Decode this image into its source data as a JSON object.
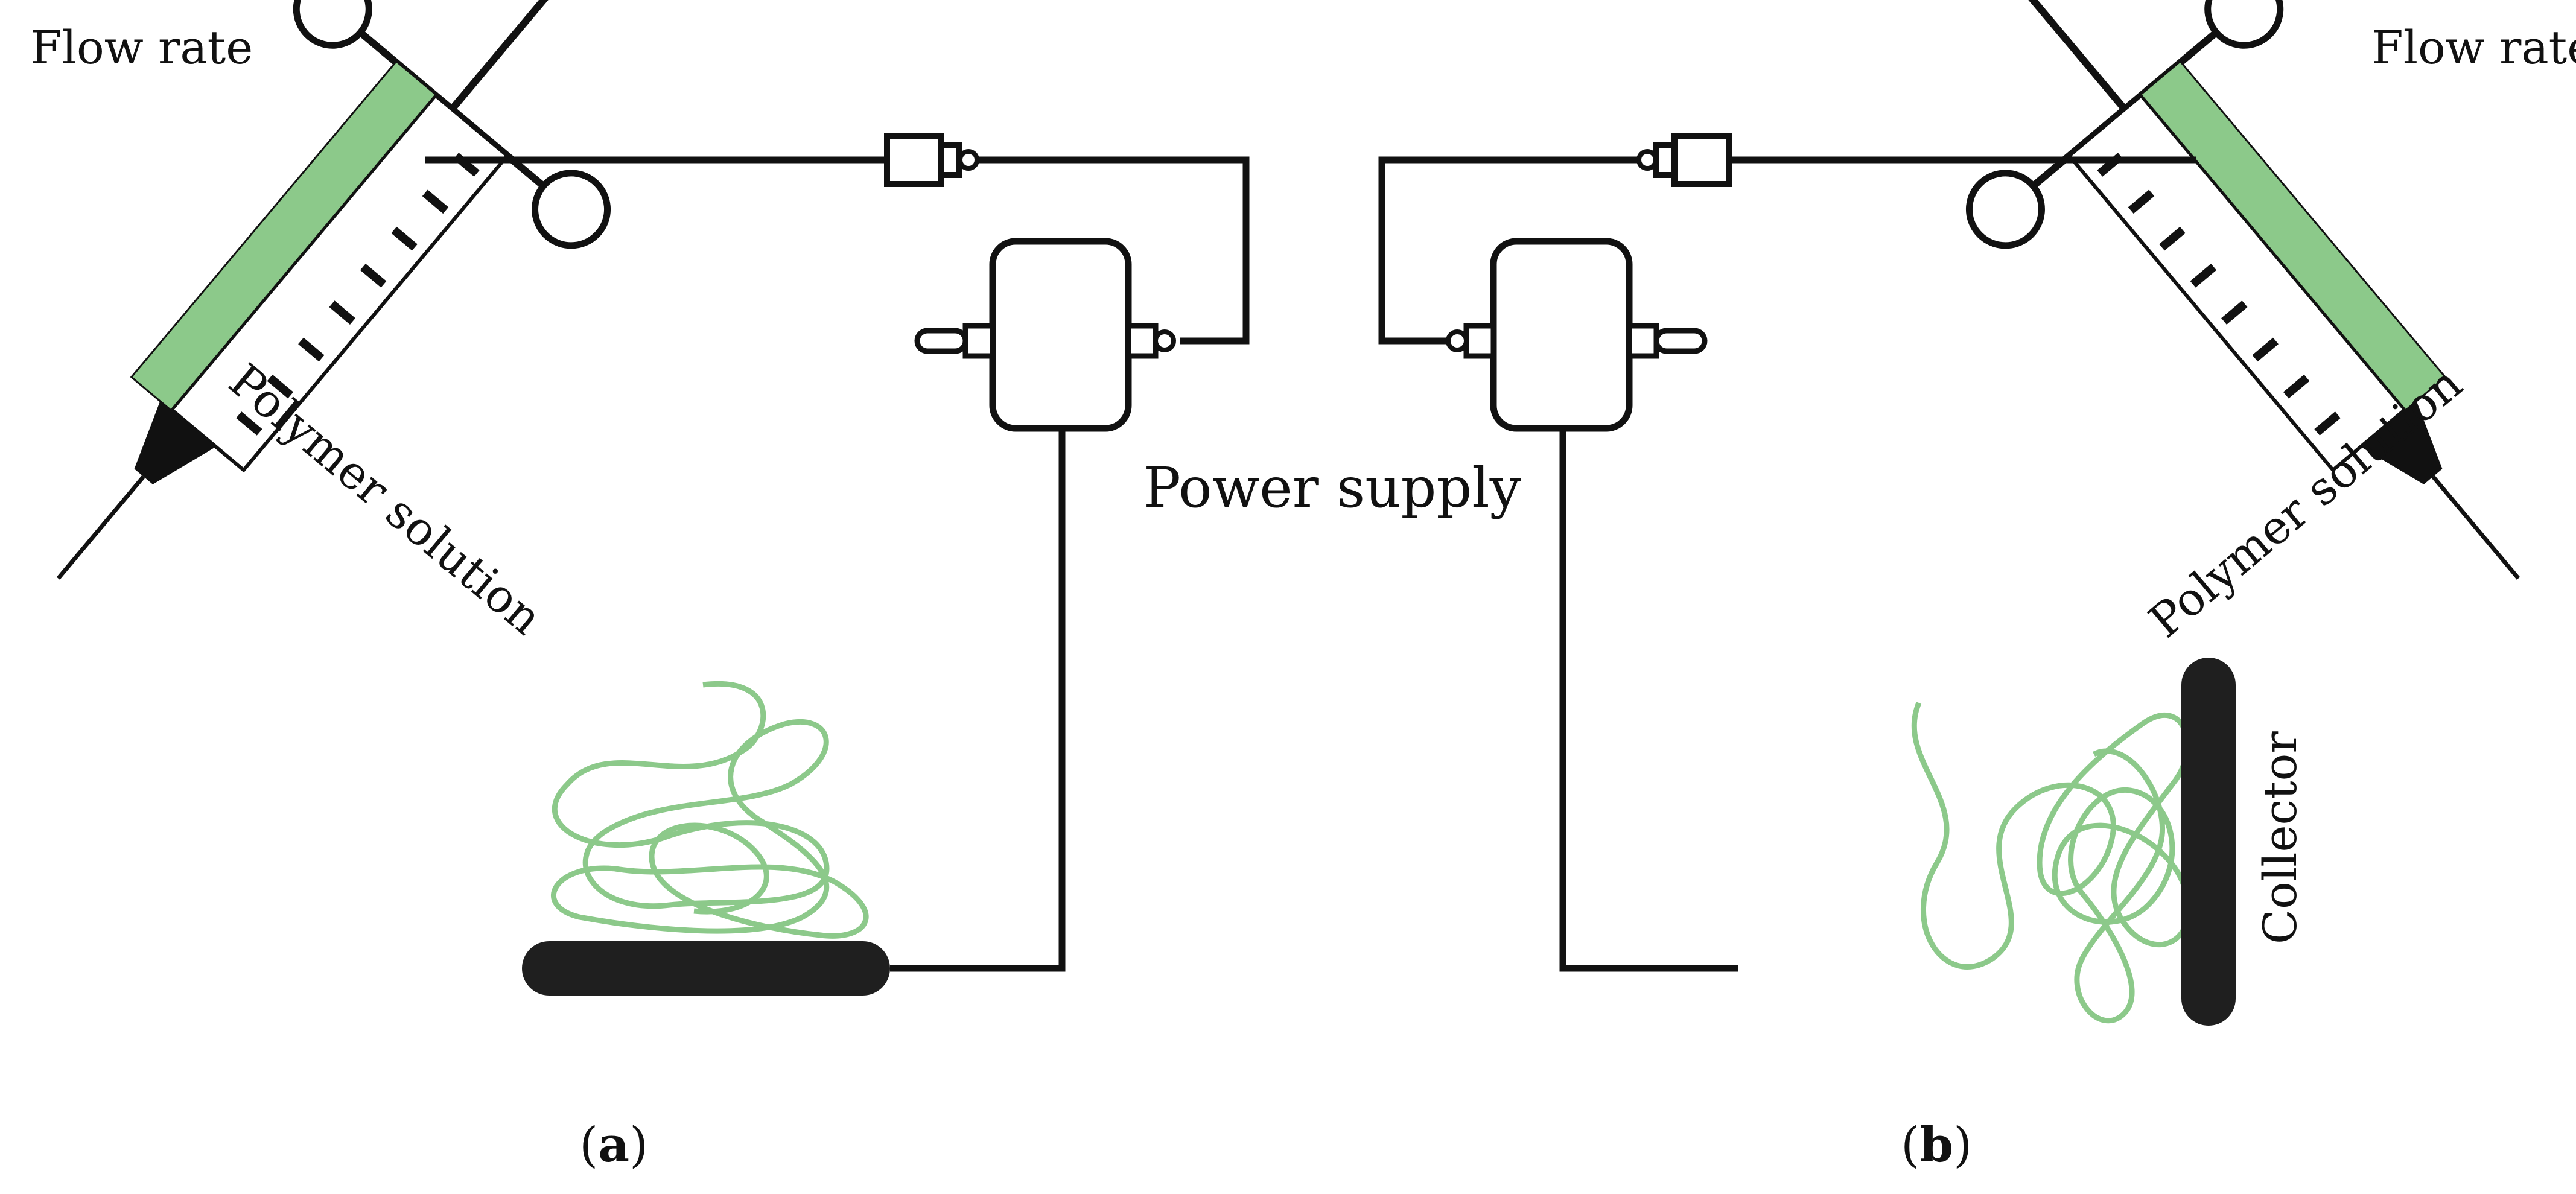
{
  "labels": {
    "flow_rate_left": "Flow rate",
    "flow_rate_right": "Flow rate",
    "polymer_left": "Polymer solution",
    "polymer_right": "Polymer solution",
    "power_supply": "Power supply",
    "collector": "Collector",
    "panel_a": "a",
    "panel_b": "b"
  },
  "colors": {
    "solution_fill": "#8cc98a",
    "fiber": "#8cc98a",
    "line": "#111111",
    "collector": "#1f1f1f"
  }
}
